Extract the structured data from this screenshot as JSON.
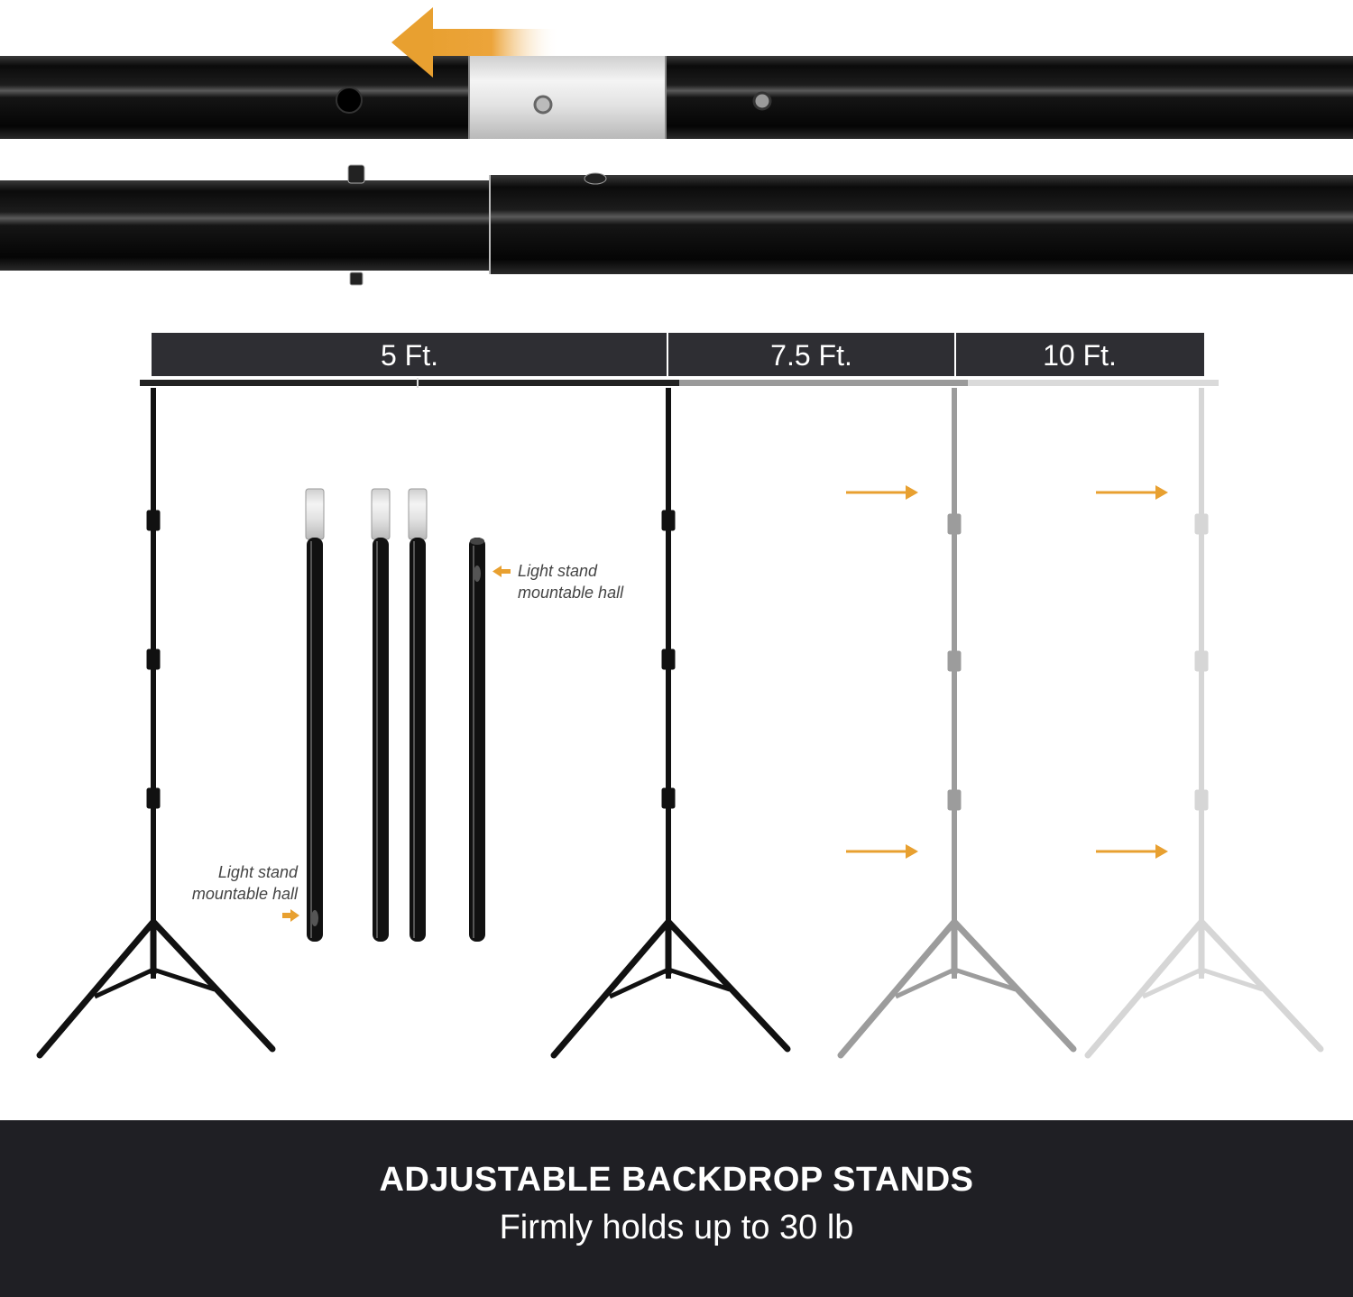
{
  "widths": {
    "w5": "5 Ft.",
    "w75": "7.5 Ft.",
    "w10": "10 Ft."
  },
  "callouts": {
    "top_line1": "Light stand",
    "top_line2": "mountable hall",
    "bottom_line1": "Light stand",
    "bottom_line2": "mountable hall"
  },
  "footer": {
    "title": "ADJUSTABLE BACKDROP STANDS",
    "subtitle": "Firmly holds up to 30 lb"
  },
  "colors": {
    "accent": "#e8a030",
    "label_bar": "#2e2e33",
    "footer_bg": "#1f1f24",
    "pole": "#111111"
  },
  "icons": {
    "direction": "arrow-left-icon",
    "extend": "arrow-right-icon"
  }
}
